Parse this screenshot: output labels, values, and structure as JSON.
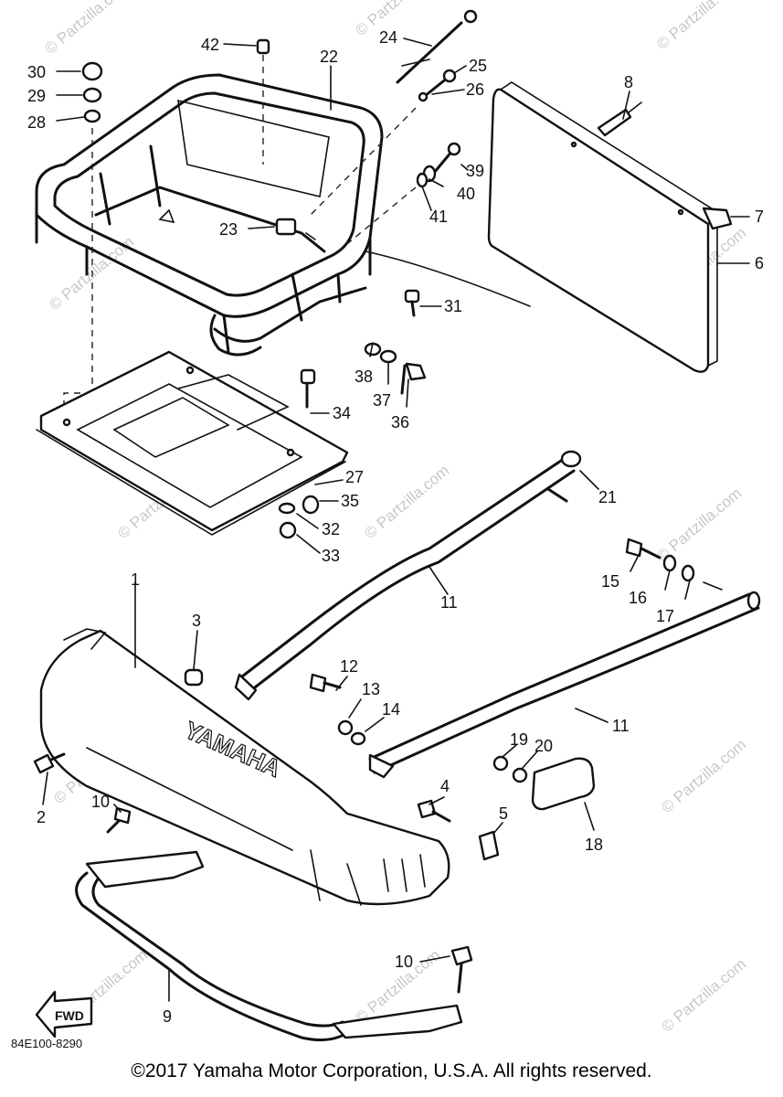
{
  "watermark": "© Partzilla.com",
  "diagram_code": "84E100-8290",
  "fwd_label": "FWD",
  "brand_mark": "YAMAHA",
  "copyright": "©2017 Yamaha Motor Corporation, U.S.A. All rights reserved.",
  "callouts": {
    "c1": "1",
    "c2": "2",
    "c3": "3",
    "c4": "4",
    "c5": "5",
    "c6": "6",
    "c7": "7",
    "c8": "8",
    "c9": "9",
    "c10a": "10",
    "c10b": "10",
    "c11a": "11",
    "c11b": "11",
    "c12": "12",
    "c13": "13",
    "c14": "14",
    "c15": "15",
    "c16": "16",
    "c17": "17",
    "c18": "18",
    "c19": "19",
    "c20": "20",
    "c21": "21",
    "c22": "22",
    "c23": "23",
    "c24": "24",
    "c25": "25",
    "c26": "26",
    "c27": "27",
    "c28": "28",
    "c29": "29",
    "c30": "30",
    "c31": "31",
    "c32": "32",
    "c33": "33",
    "c34": "34",
    "c35": "35",
    "c36": "36",
    "c37": "37",
    "c38": "38",
    "c39": "39",
    "c40": "40",
    "c41": "41",
    "c42": "42"
  }
}
